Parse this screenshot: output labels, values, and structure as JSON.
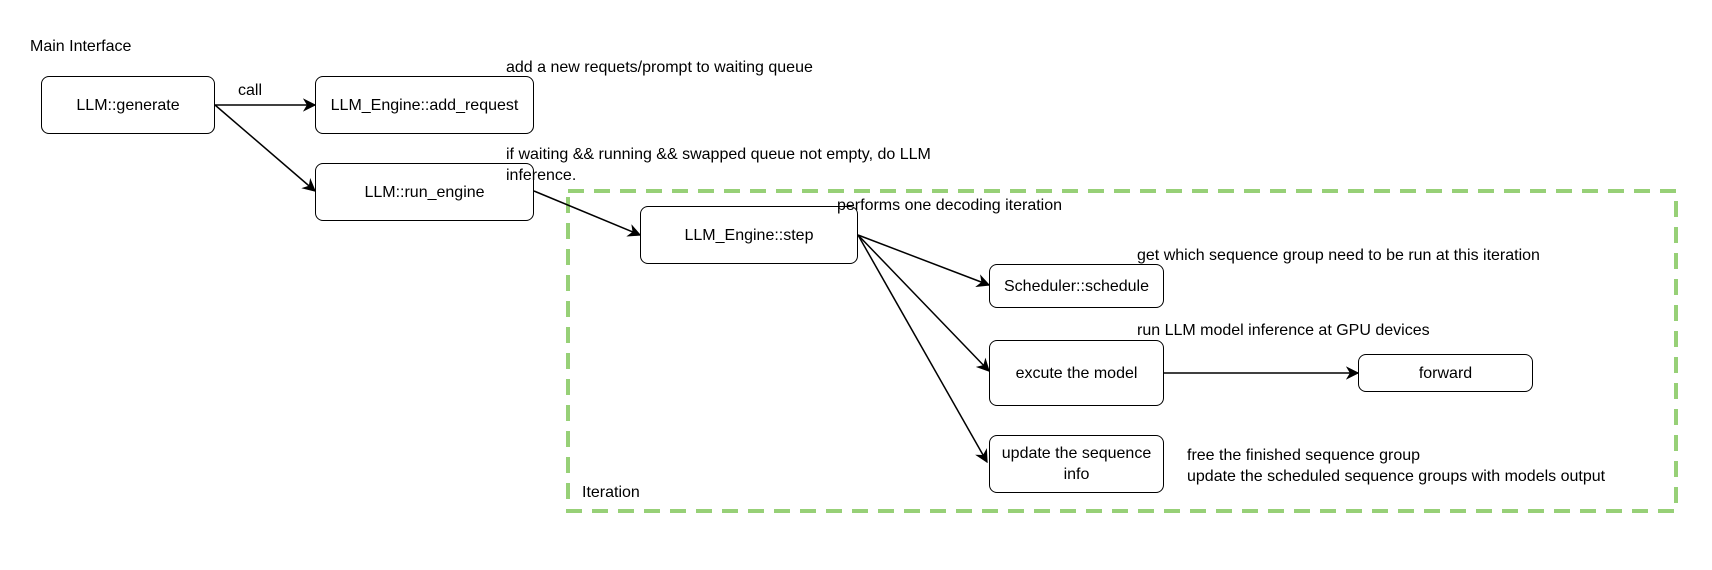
{
  "section": {
    "main_interface": "Main Interface",
    "iteration": "Iteration"
  },
  "colors": {
    "iteration_border": "#97d077",
    "stroke": "#000000"
  },
  "nodes": {
    "generate": "LLM::generate",
    "add_request": "LLM_Engine::add_request",
    "run_engine": "LLM::run_engine",
    "step": "LLM_Engine::step",
    "schedule": "Scheduler::schedule",
    "execute": "excute the model",
    "forward": "forward",
    "update": "update the sequence info"
  },
  "edge_labels": {
    "call": "call"
  },
  "notes": {
    "add_request": "add a new requets/prompt to waiting queue",
    "run_engine_line1": "if waiting && running && swapped queue not empty, do LLM",
    "run_engine_line2": "inference.",
    "step": "performs one decoding iteration",
    "schedule": "get which sequence group need to be run at this iteration",
    "execute": "run LLM model inference at GPU devices",
    "update_line1": "free the finished sequence group",
    "update_line2": "update the scheduled sequence groups with models output"
  }
}
